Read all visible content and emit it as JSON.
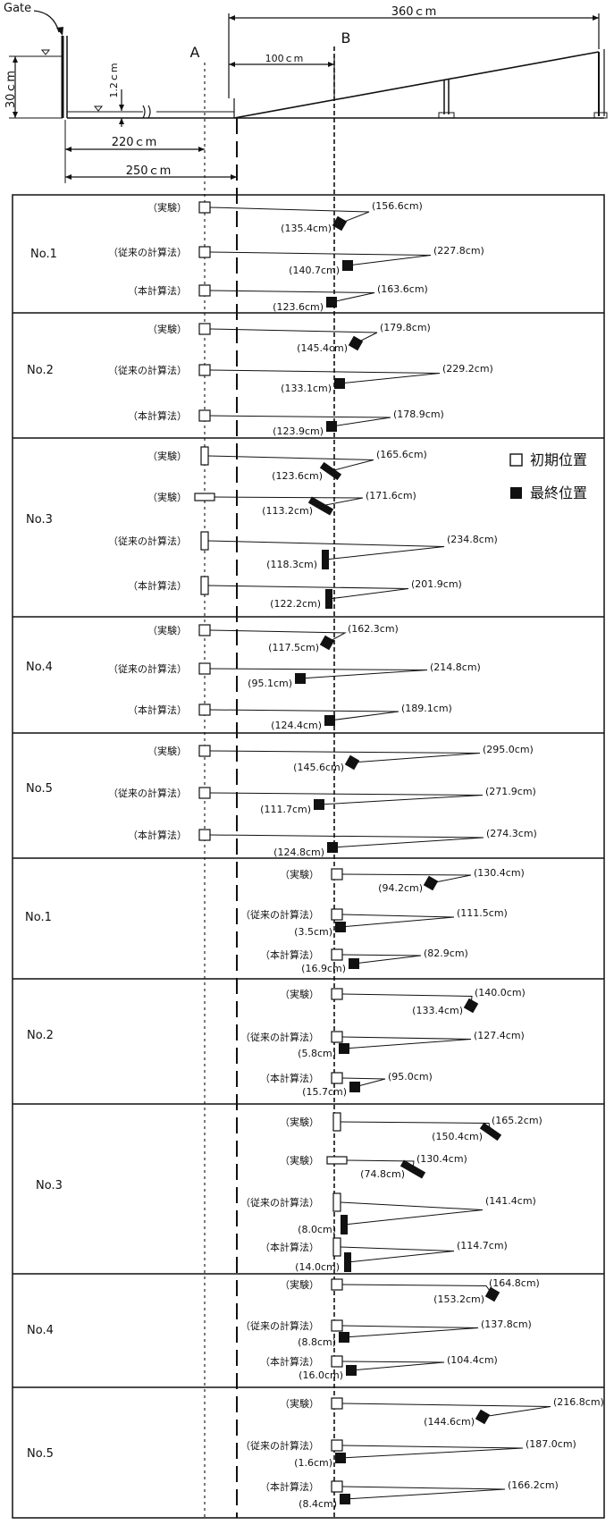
{
  "header": {
    "gate_label": "Gate",
    "depth_label": "30ｃm",
    "gap_label": "1.2ｃm",
    "dim_100": "100ｃm",
    "dim_360": "360ｃm",
    "dim_220": "220ｃm",
    "dim_250": "250ｃm",
    "point_a": "A",
    "point_b": "B"
  },
  "legend": {
    "initial": "初期位置",
    "final": "最終位置"
  },
  "sections": [
    {
      "label": "No.1",
      "rows": [
        {
          "method": "（実験）",
          "max": "(156.6cm)",
          "final": "(135.4cm)"
        },
        {
          "method": "（従来の計算法）",
          "max": "(227.8cm)",
          "final": "(140.7cm)"
        },
        {
          "method": "（本計算法）",
          "max": "(163.6cm)",
          "final": "(123.6cm)"
        }
      ]
    },
    {
      "label": "No.2",
      "rows": [
        {
          "method": "（実験）",
          "max": "(179.8cm)",
          "final": "(145.4cm)"
        },
        {
          "method": "（従来の計算法）",
          "max": "(229.2cm)",
          "final": "(133.1cm)"
        },
        {
          "method": "（本計算法）",
          "max": "(178.9cm)",
          "final": "(123.9cm)"
        }
      ]
    },
    {
      "label": "No.3",
      "rows": [
        {
          "method": "（実験）",
          "max": "(165.6cm)",
          "final": "(123.6cm)"
        },
        {
          "method": "（実験）",
          "max": "(171.6cm)",
          "final": "(113.2cm)"
        },
        {
          "method": "（従来の計算法）",
          "max": "(234.8cm)",
          "final": "(118.3cm)"
        },
        {
          "method": "（本計算法）",
          "max": "(201.9cm)",
          "final": "(122.2cm)"
        }
      ]
    },
    {
      "label": "No.4",
      "rows": [
        {
          "method": "（実験）",
          "max": "(162.3cm)",
          "final": "(117.5cm)"
        },
        {
          "method": "（従来の計算法）",
          "max": "(214.8cm)",
          "final": "(95.1cm)"
        },
        {
          "method": "（本計算法）",
          "max": "(189.1cm)",
          "final": "(124.4cm)"
        }
      ]
    },
    {
      "label": "No.5",
      "rows": [
        {
          "method": "（実験）",
          "max": "(295.0cm)",
          "final": "(145.6cm)"
        },
        {
          "method": "（従来の計算法）",
          "max": "(271.9cm)",
          "final": "(111.7cm)"
        },
        {
          "method": "（本計算法）",
          "max": "(274.3cm)",
          "final": "(124.8cm)"
        }
      ]
    },
    {
      "label": "No.1",
      "rows": [
        {
          "method": "（実験）",
          "max": "(130.4cm)",
          "final": "(94.2cm)"
        },
        {
          "method": "（従来の計算法）",
          "max": "(111.5cm)",
          "final": "(3.5cm)"
        },
        {
          "method": "（本計算法）",
          "max": "(82.9cm)",
          "final": "(16.9cm)"
        }
      ]
    },
    {
      "label": "No.2",
      "rows": [
        {
          "method": "（実験）",
          "max": "(140.0cm)",
          "final": "(133.4cm)"
        },
        {
          "method": "（従来の計算法）",
          "max": "(127.4cm)",
          "final": "(5.8cm)"
        },
        {
          "method": "（本計算法）",
          "max": "(95.0cm)",
          "final": "(15.7cm)"
        }
      ]
    },
    {
      "label": "No.3",
      "rows": [
        {
          "method": "（実験）",
          "max": "(165.2cm)",
          "final": "(150.4cm)"
        },
        {
          "method": "（実験）",
          "max": "(130.4cm)",
          "final": "(74.8cm)"
        },
        {
          "method": "（従来の計算法）",
          "max": "(141.4cm)",
          "final": "(8.0cm)"
        },
        {
          "method": "（本計算法）",
          "max": "(114.7cm)",
          "final": "(14.0cm)"
        }
      ]
    },
    {
      "label": "No.4",
      "rows": [
        {
          "method": "（実験）",
          "max": "(164.8cm)",
          "final": "(153.2cm)"
        },
        {
          "method": "（従来の計算法）",
          "max": "(137.8cm)",
          "final": "(8.8cm)"
        },
        {
          "method": "（本計算法）",
          "max": "(104.4cm)",
          "final": "(16.0cm)"
        }
      ]
    },
    {
      "label": "No.5",
      "rows": [
        {
          "method": "（実験）",
          "max": "(216.8cm)",
          "final": "(144.6cm)"
        },
        {
          "method": "（従来の計算法）",
          "max": "(187.0cm)",
          "final": "(1.6cm)"
        },
        {
          "method": "（本計算法）",
          "max": "(166.2cm)",
          "final": "(8.4cm)"
        }
      ]
    }
  ]
}
